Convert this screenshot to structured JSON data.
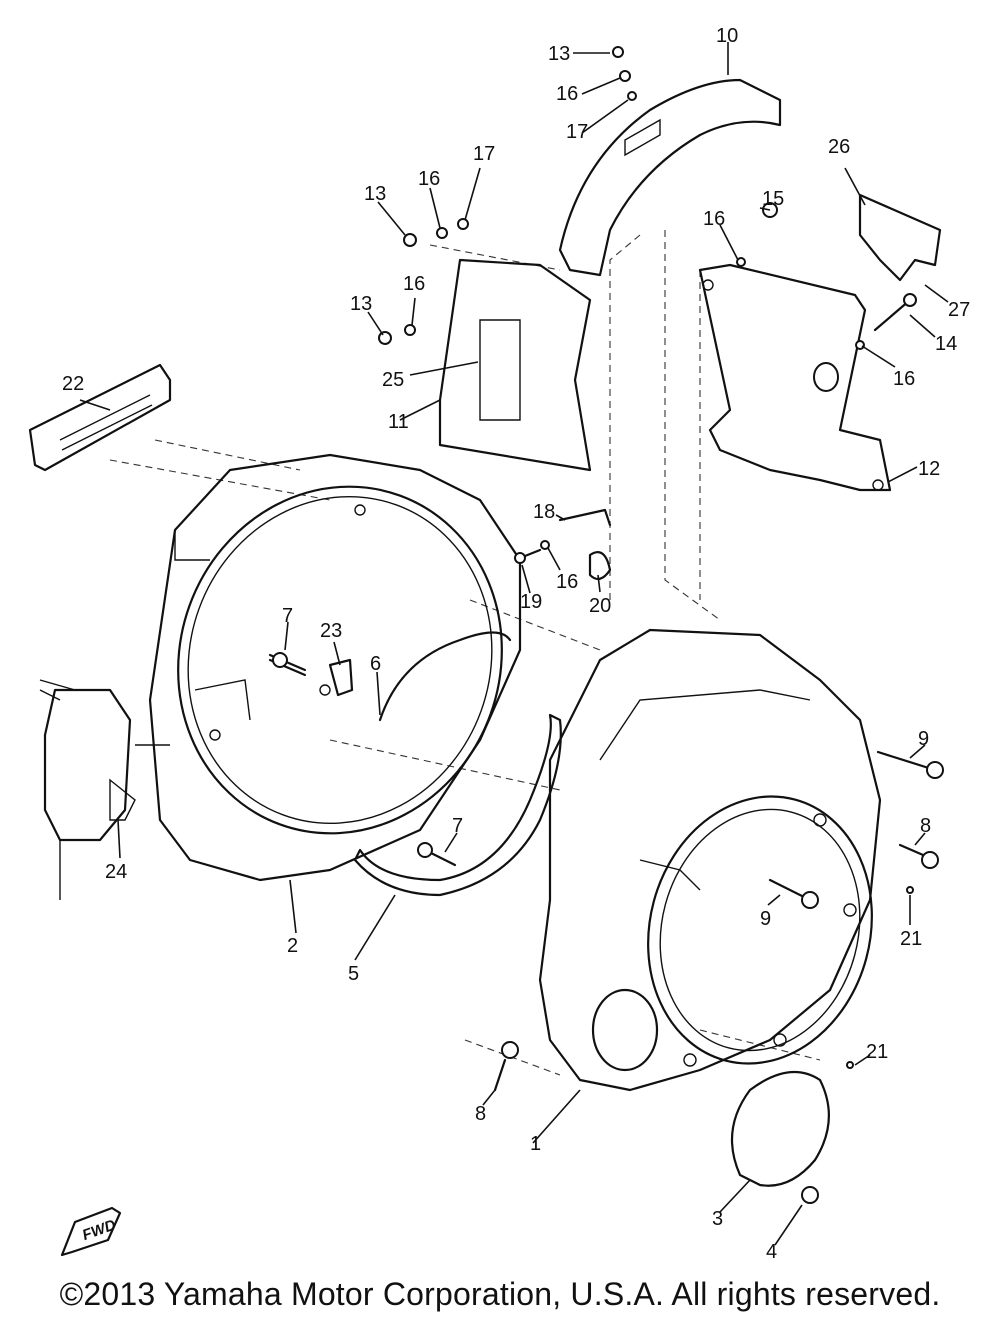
{
  "callouts": [
    "1",
    "2",
    "3",
    "4",
    "5",
    "6",
    "7",
    "7",
    "8",
    "8",
    "9",
    "9",
    "10",
    "11",
    "12",
    "13",
    "13",
    "13",
    "14",
    "15",
    "16",
    "16",
    "16",
    "16",
    "16",
    "16",
    "17",
    "17",
    "18",
    "19",
    "20",
    "21",
    "21",
    "22",
    "23",
    "24",
    "25",
    "26",
    "27"
  ],
  "fwd_badge": "FWD",
  "copyright": "©2013 Yamaha Motor Corporation, U.S.A. All rights reserved."
}
